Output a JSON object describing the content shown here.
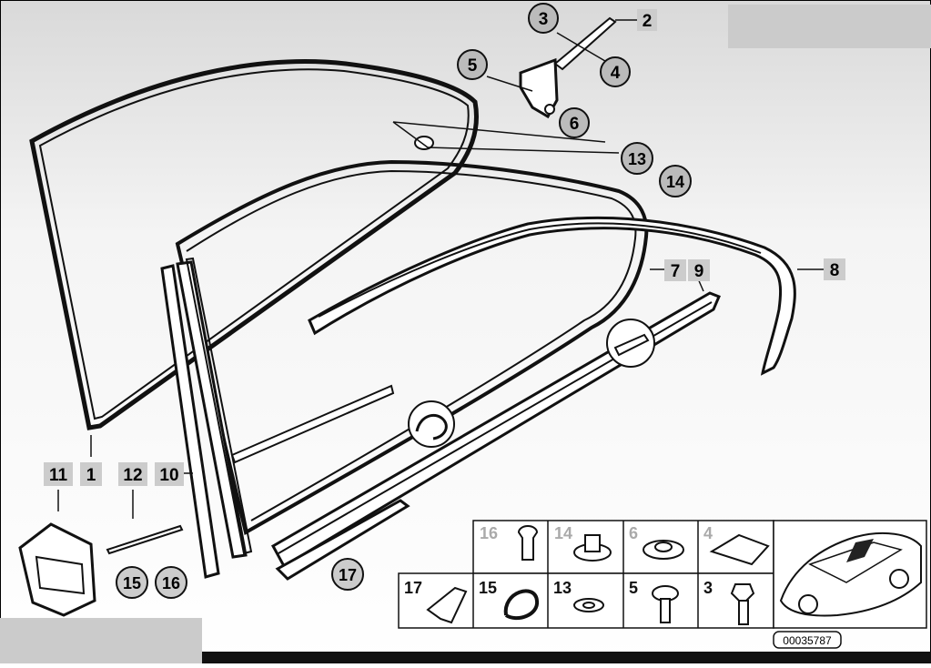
{
  "diagram_number": "00035787",
  "callouts": {
    "c1": "1",
    "c2": "2",
    "c3": "3",
    "c4": "4",
    "c5": "5",
    "c6": "6",
    "c7": "7",
    "c8": "8",
    "c9": "9",
    "c10": "10",
    "c11": "11",
    "c12": "12",
    "c13": "13",
    "c14": "14",
    "c15": "15",
    "c16": "16",
    "c17": "17"
  },
  "parts_grid": {
    "top_row": [
      "16",
      "14",
      "6",
      "4"
    ],
    "bottom_row": [
      "17",
      "15",
      "13",
      "5",
      "3"
    ]
  }
}
